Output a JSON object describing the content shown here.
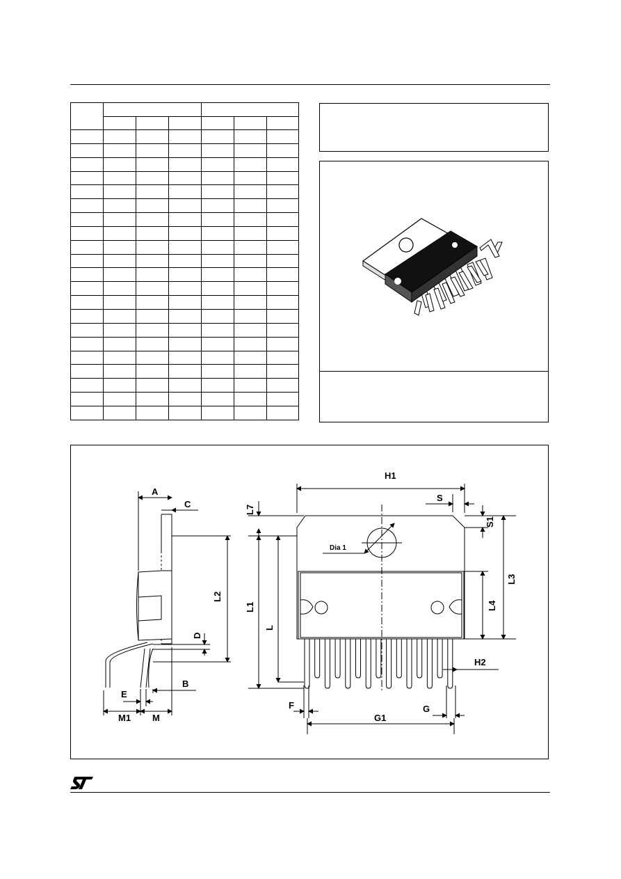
{
  "dimension_table": {
    "columns": 7,
    "header_rows": 2,
    "data_rows": 21
  },
  "package_drawing": {
    "labels": {
      "A": "A",
      "C": "C",
      "L2": "L2",
      "D": "D",
      "B": "B",
      "E": "E",
      "M1": "M1",
      "M": "M",
      "H1": "H1",
      "S": "S",
      "S1": "S1",
      "L7": "L7",
      "L3": "L3",
      "L1": "L1",
      "L": "L",
      "L4": "L4",
      "H2": "H2",
      "F": "F",
      "G": "G",
      "G1": "G1",
      "dia1": "Dia 1"
    }
  },
  "logo": "ST"
}
